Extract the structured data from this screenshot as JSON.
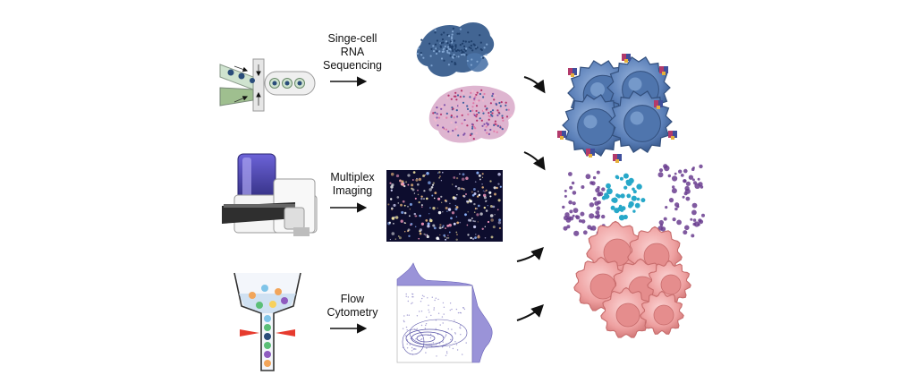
{
  "methods": [
    {
      "label": "Singe-cell\nRNA\nSequencing",
      "icon": "microfluidic-droplet-chip-icon",
      "output": "umap-embedding-plots"
    },
    {
      "label": "Multiplex\nImaging",
      "icon": "slide-scanner-microscope-icon",
      "output": "multiplex-fluorescence-image"
    },
    {
      "label": "Flow\nCytometry",
      "icon": "flow-cytometer-nozzle-icon",
      "output": "flow-cytometry-contour-plot"
    }
  ],
  "targets": [
    "immune-cell-cluster-icon",
    "cytokine-particles-icon",
    "tumor-cell-cluster-icon"
  ],
  "colors": {
    "arrow": "#111111",
    "immune_cell": "#5a7fb8",
    "immune_cell_dark": "#33507e",
    "tumor_cell": "#f0a5a5",
    "tumor_cell_dark": "#c86d6d",
    "particle_purple": "#6a3d8f",
    "particle_cyan": "#27a8c9",
    "umap_blue": "#2e5487",
    "umap_pink": "#c9638a",
    "instrument_purple": "#4a3fa6"
  }
}
